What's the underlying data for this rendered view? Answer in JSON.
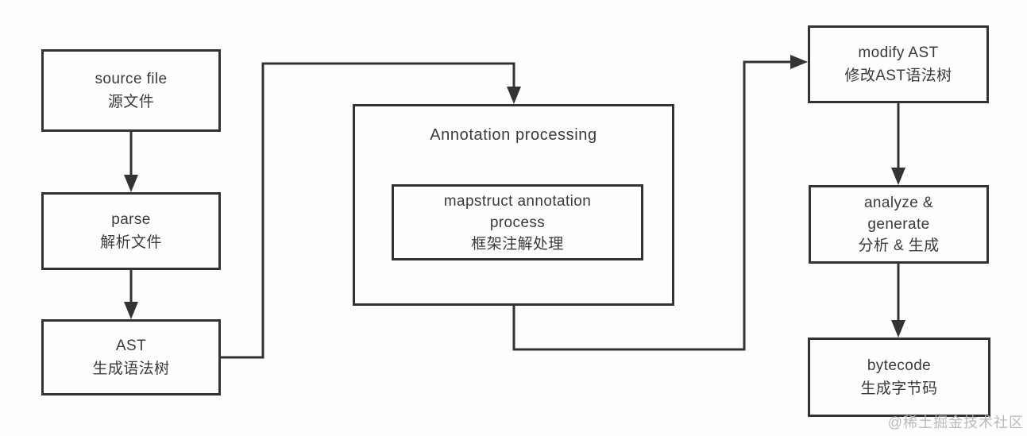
{
  "nodes": {
    "source_file": {
      "en": "source file",
      "zh": "源文件"
    },
    "parse": {
      "en": "parse",
      "zh": "解析文件"
    },
    "ast": {
      "en": "AST",
      "zh": "生成语法树"
    },
    "annotation_processing": {
      "title": "Annotation processing"
    },
    "mapstruct": {
      "en_line1": "mapstruct annotation",
      "en_line2": "process",
      "zh": "框架注解处理"
    },
    "modify_ast": {
      "en": "modify AST",
      "zh": "修改AST语法树"
    },
    "analyze_generate": {
      "en_line1": "analyze &",
      "en_line2": "generate",
      "zh": "分析 & 生成"
    },
    "bytecode": {
      "en": "bytecode",
      "zh": "生成字节码"
    }
  },
  "watermark": {
    "text": "@稀土掘金技术社区"
  },
  "colors": {
    "line": "#333333",
    "text": "#3a3a3a",
    "background": "#fefefe",
    "watermark": "#b9b9b9"
  }
}
